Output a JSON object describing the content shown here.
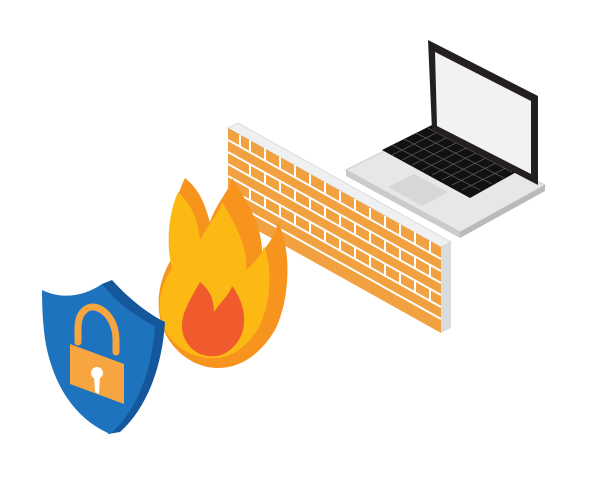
{
  "illustration": {
    "objects": [
      "laptop",
      "brick-firewall",
      "flame",
      "security-shield-with-padlock"
    ],
    "colors": {
      "brick": "#F2A140",
      "mortar": "#FFFFFF",
      "wall_side": "#D9DCDF",
      "wall_top": "#EEF0F2",
      "flame_outer": "#F7941D",
      "flame_mid": "#FDB913",
      "flame_inner": "#EF5B2C",
      "shield_front": "#1E73BE",
      "shield_side": "#14579A",
      "padlock": "#F7A541",
      "laptop_body": "#E6E7E8",
      "laptop_screen": "#F2F2F2",
      "laptop_bezel": "#231F20",
      "keyboard": "#111111"
    }
  }
}
